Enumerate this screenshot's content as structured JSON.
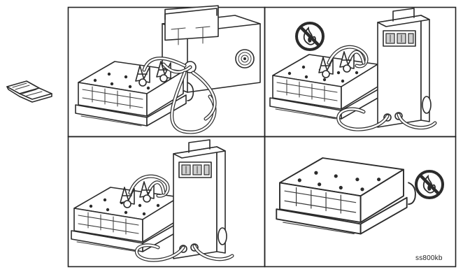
{
  "figure": {
    "reference_code": "ss800kb",
    "note_icon": "open-book-icon",
    "prohibition_icon": "no-flame-prohibition-icon",
    "stroke_color": "#2b2b2b",
    "background_color": "#ffffff"
  },
  "panels": [
    {
      "id": "top-left",
      "scene": "battery-connected-to-charger-with-clamps",
      "prohibition": false
    },
    {
      "id": "top-right",
      "scene": "battery-connected-to-charger-no-open-flame",
      "prohibition": true
    },
    {
      "id": "bottom-left",
      "scene": "battery-connected-to-charger-with-clamps",
      "prohibition": false
    },
    {
      "id": "bottom-right",
      "scene": "battery-disconnected-no-open-flame",
      "prohibition": true
    }
  ]
}
